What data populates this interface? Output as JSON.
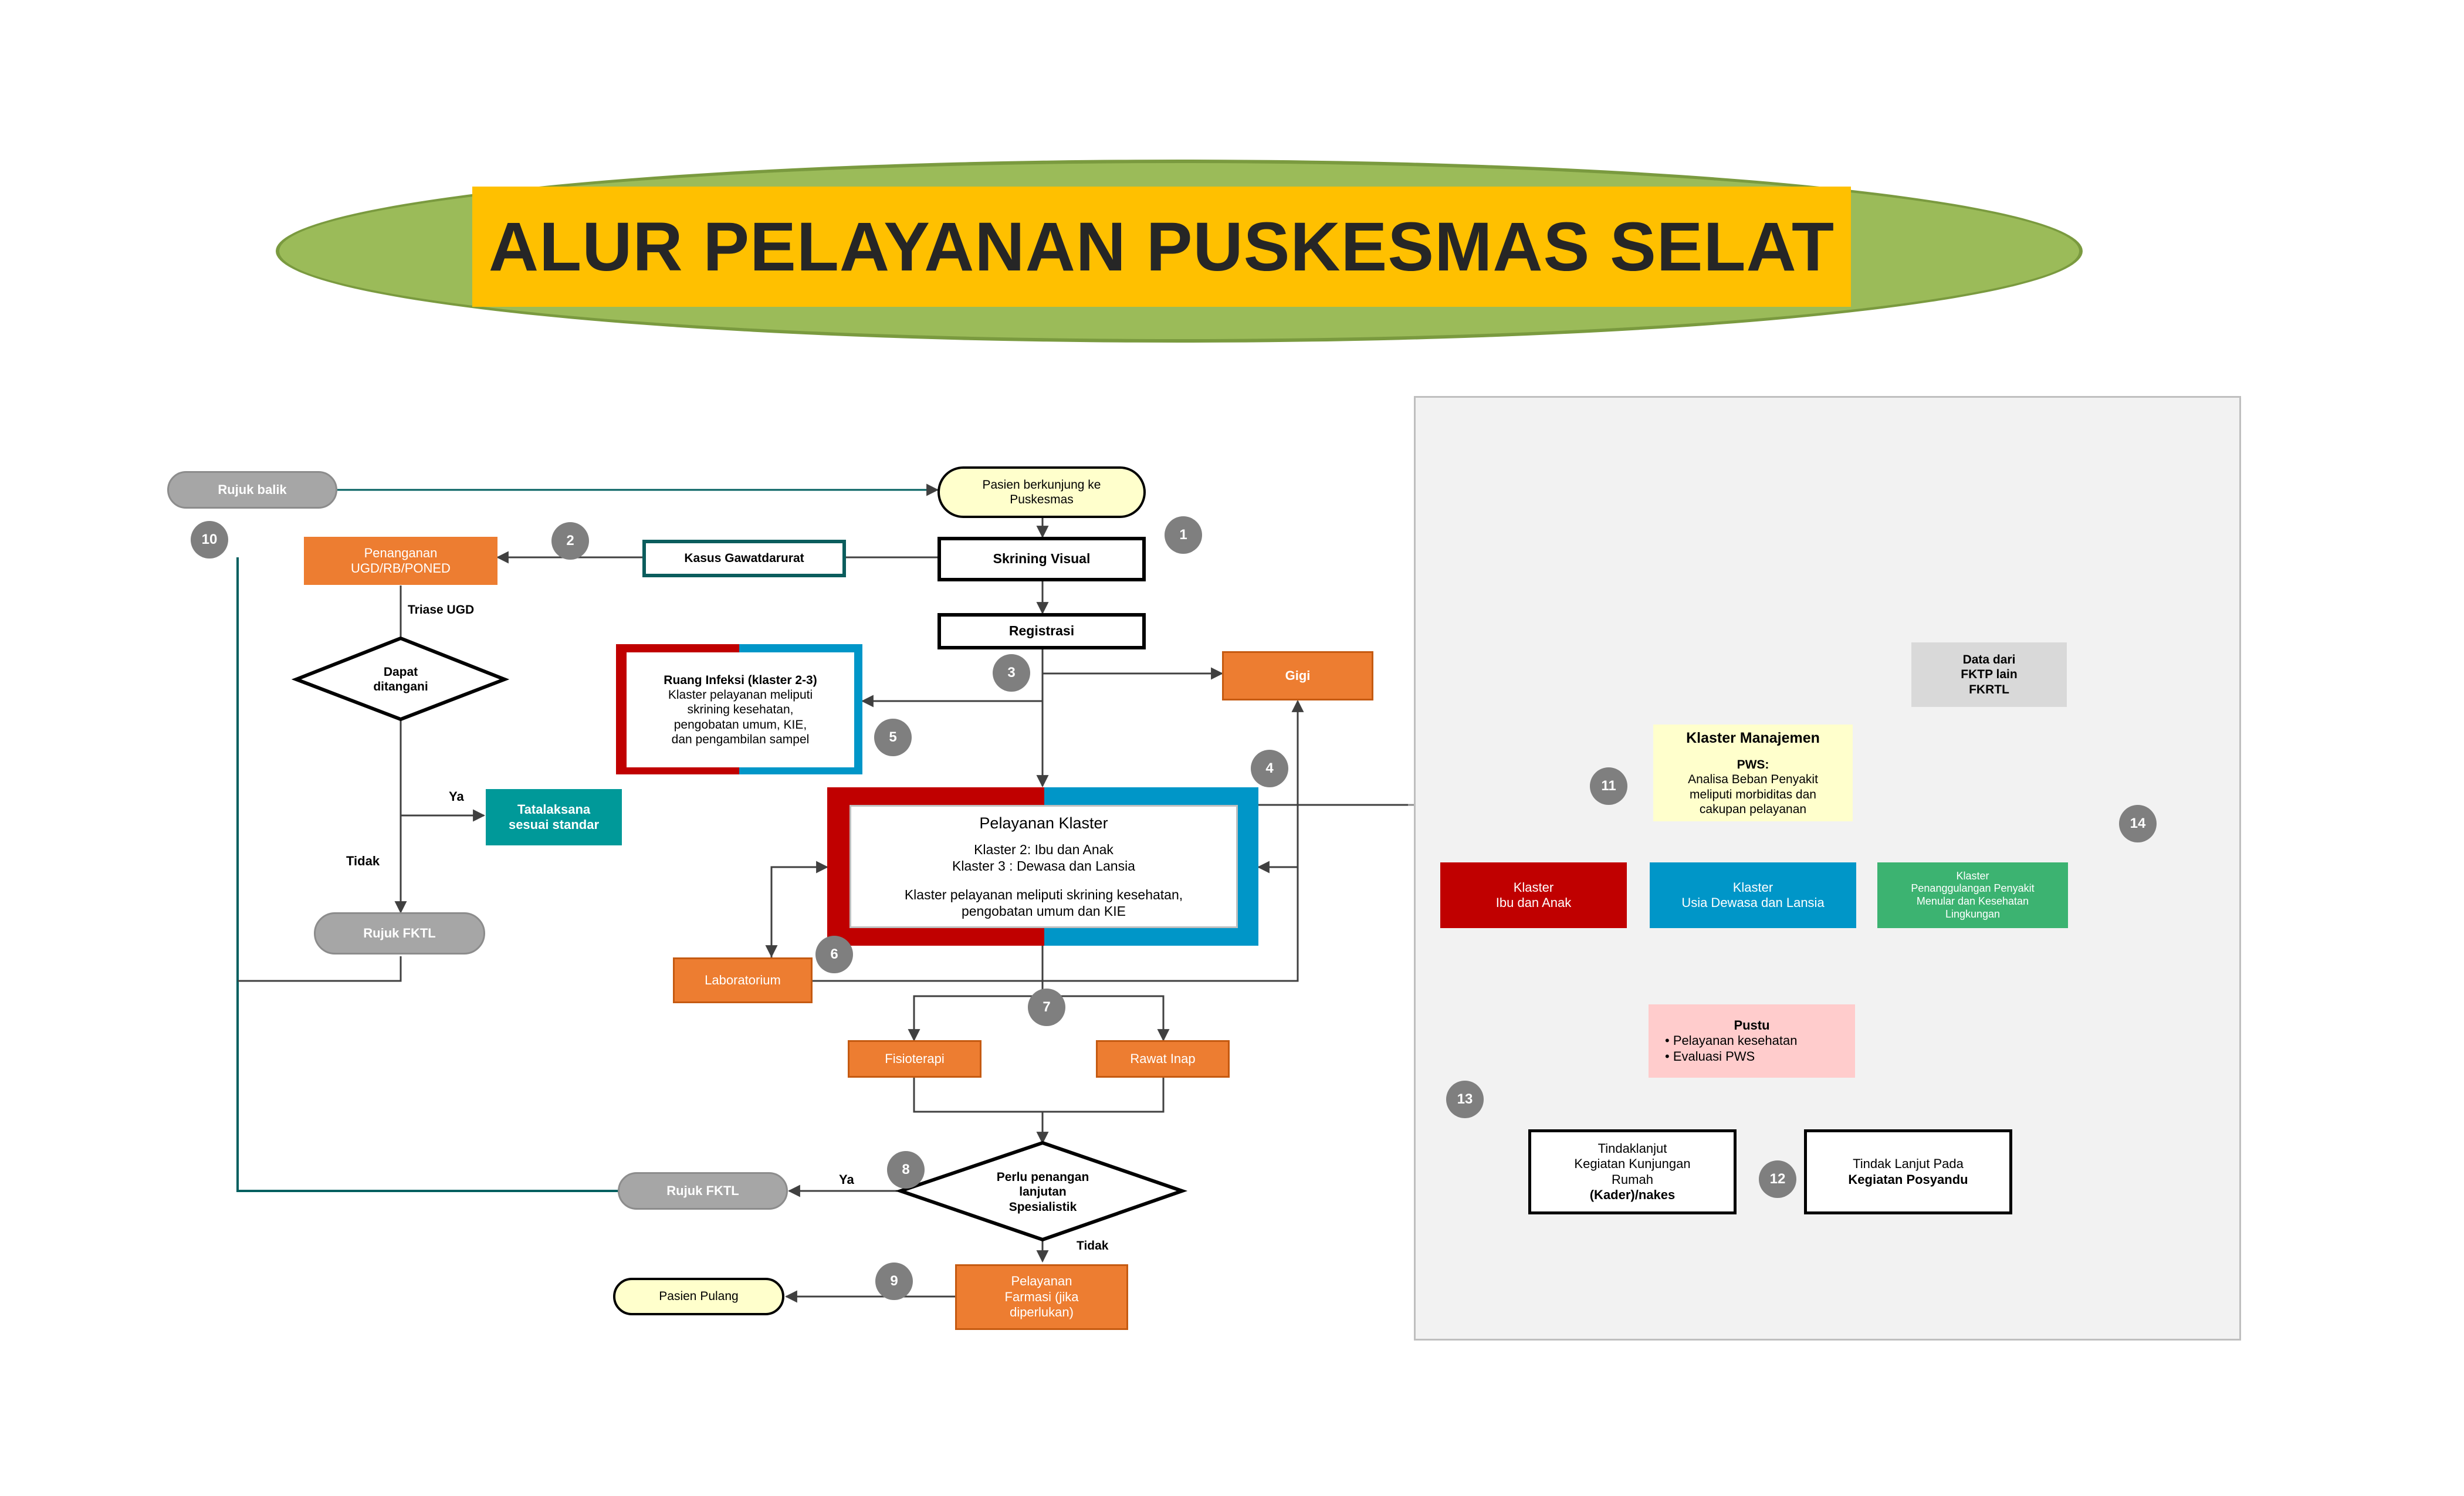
{
  "title": "ALUR PELAYANAN PUSKESMAS SELAT",
  "colors": {
    "header_ellipse": "#9BBB59",
    "header_box": "#FFC000",
    "orange": "#ED7D31",
    "red": "#C00000",
    "blue": "#0096C8",
    "green": "#3CB371",
    "teal": "#009999",
    "pink": "#FFCCCC",
    "yellow": "#FFFFCC"
  },
  "nodes": {
    "rujuk_balik": "Rujuk balik",
    "pasien_berkunjung": [
      "Pasien berkunjung ke",
      "Puskesmas"
    ],
    "penanganan_ugd": [
      "Penanganan",
      "UGD/RB/PONED"
    ],
    "kasus_gawatdarurat": "Kasus Gawatdarurat",
    "skrining_visual": "Skrining Visual",
    "registrasi": "Registrasi",
    "triase_ugd": "Triase UGD",
    "dapat_ditangani": [
      "Dapat",
      "ditangani"
    ],
    "ruang_infeksi_title": "Ruang Infeksi (klaster 2-3)",
    "ruang_infeksi_body": [
      "Klaster pelayanan meliputi",
      "skrining  kesehatan,",
      "pengobatan umum, KIE,",
      "dan pengambilan sampel"
    ],
    "gigi": "Gigi",
    "ya_1": "Ya",
    "tatalaksana": [
      "Tatalaksana",
      "sesuai standar"
    ],
    "tidak_1": "Tidak",
    "rujuk_fktl_1": "Rujuk FKTL",
    "pelayanan_klaster_title": "Pelayanan Klaster",
    "pelayanan_klaster_body": [
      "Klaster 2: Ibu dan Anak",
      "Klaster 3 : Dewasa dan Lansia",
      "",
      "Klaster pelayanan meliputi skrining kesehatan,",
      "pengobatan umum dan KIE"
    ],
    "laboratorium": "Laboratorium",
    "fisioterapi": "Fisioterapi",
    "rawat_inap": "Rawat Inap",
    "rujuk_fktl_2": "Rujuk FKTL",
    "ya_2": "Ya",
    "perlu_penanganan": [
      "Perlu penangan",
      "lanjutan",
      "Spesialistik"
    ],
    "tidak_2": "Tidak",
    "pasien_pulang": "Pasien Pulang",
    "pelayanan_farmasi": [
      "Pelayanan",
      "Farmasi (jika",
      "diperlukan)"
    ],
    "data_dari": [
      "Data dari",
      "FKTP lain",
      "FKRTL"
    ],
    "klaster_manajemen_title": "Klaster Manajemen",
    "pws_title": "PWS:",
    "pws_body": [
      "Analisa Beban Penyakit",
      "meliputi morbiditas dan",
      "cakupan pelayanan"
    ],
    "klaster_ibu_anak": [
      "Klaster",
      "Ibu dan Anak"
    ],
    "klaster_usia_dewasa": [
      "Klaster",
      "Usia Dewasa dan Lansia"
    ],
    "klaster_penanggulangan": [
      "Klaster",
      "Penanggulangan Penyakit",
      "Menular dan Kesehatan",
      "Lingkungan"
    ],
    "pustu_title": "Pustu",
    "pustu_items": [
      "Pelayanan kesehatan",
      "Evaluasi PWS"
    ],
    "tindaklanjut_kunjungan": [
      "Tindaklanjut",
      "Kegiatan Kunjungan",
      "Rumah"
    ],
    "tindaklanjut_kunjungan_bold": "(Kader)/nakes",
    "tindak_lanjut_posyandu": "Tindak Lanjut Pada",
    "tindak_lanjut_posyandu_bold": "Kegiatan Posyandu"
  },
  "step_numbers": [
    "1",
    "2",
    "3",
    "4",
    "5",
    "6",
    "7",
    "8",
    "9",
    "10",
    "11",
    "12",
    "13",
    "14"
  ]
}
